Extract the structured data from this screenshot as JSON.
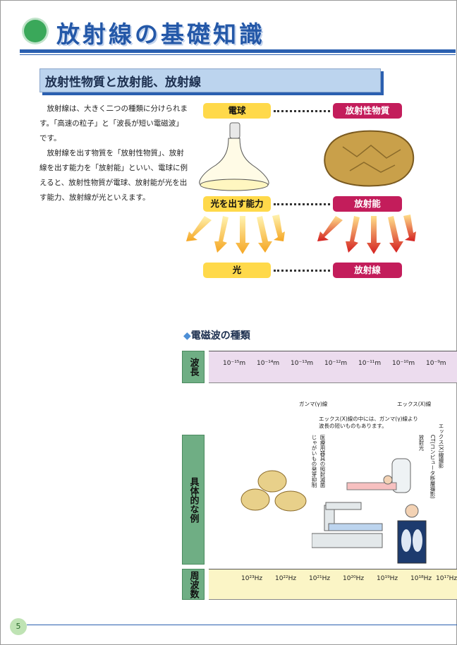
{
  "header": {
    "title": "放射線の基礎知識"
  },
  "section": {
    "title": "放射性物質と放射能、放射線"
  },
  "body": {
    "paragraphs": [
      "放射線は、大きく二つの種類に分けられます。「高速の粒子」と「波長が短い電磁波」です。",
      "放射線を出す物質を「放射性物質」、放射線を出す能力を「放射能」といい、電球に例えると、放射性物質が電球、放射能が光を出す能力、放射線が光といえます。"
    ]
  },
  "analogy": {
    "bulb": "電球",
    "radioactive_material": "放射性物質",
    "light_ability": "光を出す能力",
    "radioactivity": "放射能",
    "light": "光",
    "radiation": "放射線"
  },
  "em": {
    "title": "電磁波の種類",
    "wavelength_label": "波長",
    "examples_label": "具体的な例",
    "frequency_label": "周波数",
    "wavelengths": [
      "10⁻¹⁵m",
      "10⁻¹⁴m",
      "10⁻¹³m",
      "10⁻¹²m",
      "10⁻¹¹m",
      "10⁻¹⁰m",
      "10⁻⁹m"
    ],
    "frequencies": [
      "10²³Hz",
      "10²²Hz",
      "10²¹Hz",
      "10²⁰Hz",
      "10¹⁹Hz",
      "10¹⁸Hz",
      "10¹⁷Hz"
    ],
    "gamma": "ガンマ(γ)線",
    "xray": "エックス(X)線",
    "note_line1": "エックス(X)線の中には、ガンマ(γ)線より",
    "note_line2": "波長の短いものもあります。",
    "food": "じゃがいもの発芽抑制",
    "medical": "医療用器具の照射滅菌",
    "radiography": "放射光",
    "xray_photo": "エックス(X)線撮影",
    "ct": "CT(コンピュータ断層撮影)"
  },
  "footer": {
    "page": "5"
  },
  "colors": {
    "accent": "#2b60b0",
    "yellow": "#ffd94a",
    "magenta": "#c31d5b",
    "green": "#6fae84"
  }
}
